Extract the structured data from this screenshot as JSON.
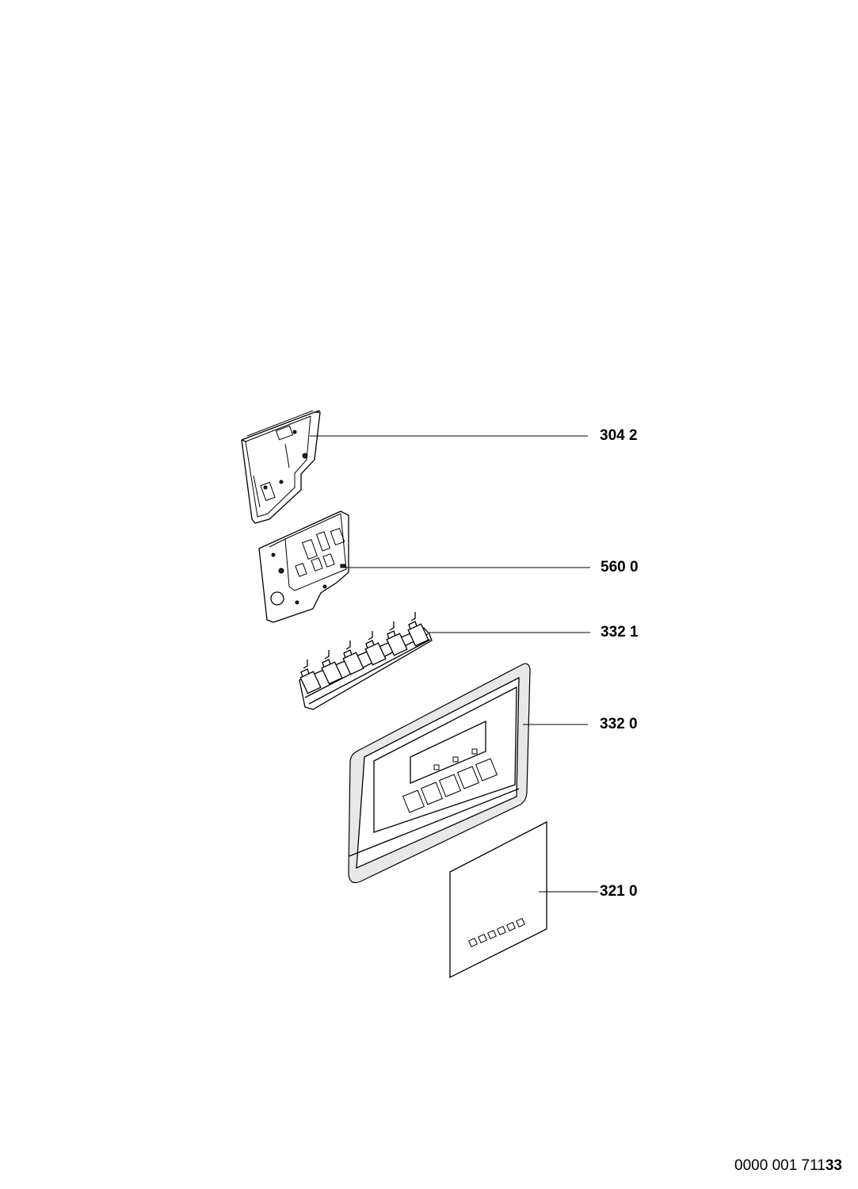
{
  "parts": [
    {
      "id": "304 2"
    },
    {
      "id": "560 0"
    },
    {
      "id": "332 1"
    },
    {
      "id": "332 0"
    },
    {
      "id": "321 0"
    }
  ],
  "document_number": {
    "regular": "0000 001 711",
    "bold": "33"
  }
}
